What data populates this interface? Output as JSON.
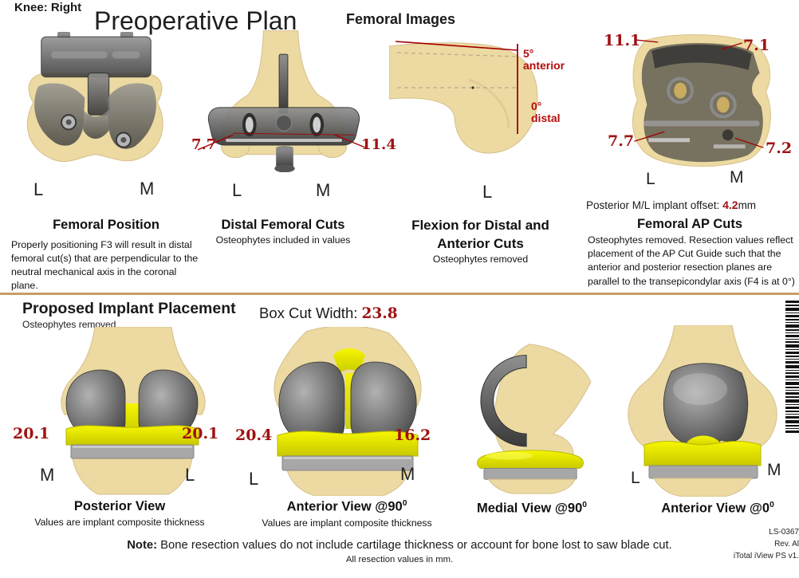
{
  "page": {
    "knee_label": "Knee: Right",
    "title": "Preoperative Plan",
    "femoral_images_heading": "Femoral Images"
  },
  "colors": {
    "measurement_red": "#a01212",
    "annotation_red": "#b50d0d",
    "divider_tan": "#c79e62",
    "bone": "#ecdaa2",
    "implant_gray": "#4a4a4a",
    "insert_yellow": "#e8e600",
    "tray_gray": "#a8a8a8"
  },
  "top_panels": [
    {
      "left_label": "L",
      "right_label": "M",
      "title": "Femoral Position",
      "caption": "Properly positioning F3 will result in distal femoral cut(s) that are perpendicular to the neutral mechanical axis in the coronal plane."
    },
    {
      "measure_left": "7.7",
      "measure_right": "11.4",
      "left_label": "L",
      "right_label": "M",
      "title": "Distal Femoral Cuts",
      "subtitle": "Osteophytes included in values"
    },
    {
      "ann1_value": "5°",
      "ann1_label": "anterior",
      "ann2_value": "0°",
      "ann2_label": "distal",
      "left_label": "L",
      "title_line1": "Flexion for Distal and",
      "title_line2": "Anterior Cuts",
      "subtitle": "Osteophytes removed"
    },
    {
      "measure_top_left": "11.1",
      "measure_top_right": "7.1",
      "measure_bottom_left": "7.7",
      "measure_bottom_right": "7.2",
      "left_label": "L",
      "right_label": "M",
      "offset_label": "Posterior M/L implant offset:",
      "offset_value": "4.2",
      "offset_unit": "mm",
      "title": "Femoral AP Cuts",
      "caption": "Osteophytes removed. Resection values reflect placement of the AP Cut Guide such that the anterior and posterior resection planes are parallel to the transepicondylar axis (F4 is at 0°)"
    }
  ],
  "implant_section": {
    "title": "Proposed Implant Placement",
    "subtitle": "Osteophytes removed",
    "box_cut_label": "Box Cut Width:",
    "box_cut_value": "23.8"
  },
  "bottom_panels": [
    {
      "measure_left": "20.1",
      "measure_right": "20.1",
      "left_label": "M",
      "right_label": "L",
      "title": "Posterior View",
      "subtitle": "Values are implant composite thickness"
    },
    {
      "measure_left": "20.4",
      "measure_right": "16.2",
      "left_label": "L",
      "right_label": "M",
      "title_main": "Anterior View @90",
      "title_sup": "0",
      "subtitle": "Values are implant composite thickness"
    },
    {
      "title_main": "Medial View @90",
      "title_sup": "0"
    },
    {
      "left_label": "L",
      "right_label": "M",
      "title_main": "Anterior View @0",
      "title_sup": "0"
    }
  ],
  "footer": {
    "note_label": "Note:",
    "note_text": "Bone resection values do not include cartilage thickness or account for bone lost to saw blade cut.",
    "note_sub": "All resection values in mm.",
    "doc_lines": [
      "LS-0367",
      "Rev. Al",
      "iTotal iView PS v1."
    ]
  }
}
